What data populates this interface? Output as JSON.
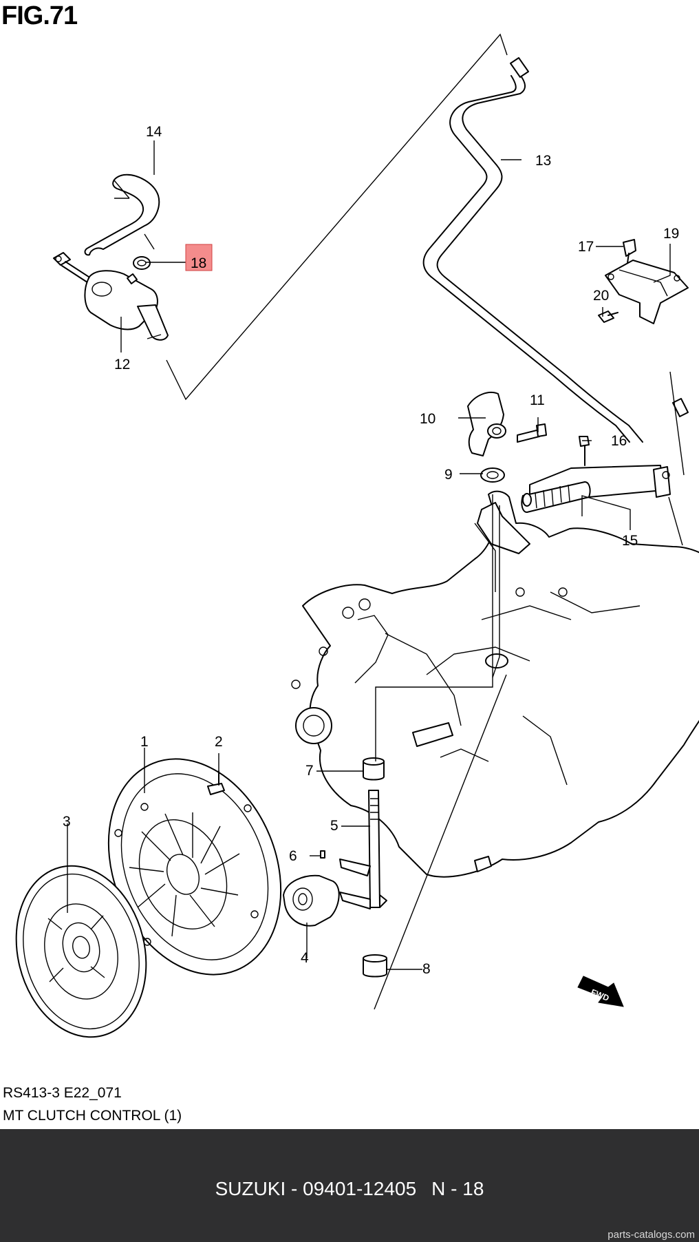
{
  "figure": {
    "title": "FIG.71"
  },
  "callouts": [
    {
      "id": "1",
      "label": "1",
      "highlighted": false
    },
    {
      "id": "2",
      "label": "2",
      "highlighted": false
    },
    {
      "id": "3",
      "label": "3",
      "highlighted": false
    },
    {
      "id": "4",
      "label": "4",
      "highlighted": false
    },
    {
      "id": "5",
      "label": "5",
      "highlighted": false
    },
    {
      "id": "6",
      "label": "6",
      "highlighted": false
    },
    {
      "id": "7",
      "label": "7",
      "highlighted": false
    },
    {
      "id": "8",
      "label": "8",
      "highlighted": false
    },
    {
      "id": "9",
      "label": "9",
      "highlighted": false
    },
    {
      "id": "10",
      "label": "10",
      "highlighted": false
    },
    {
      "id": "11",
      "label": "11",
      "highlighted": false
    },
    {
      "id": "12",
      "label": "12",
      "highlighted": false
    },
    {
      "id": "13",
      "label": "13",
      "highlighted": false
    },
    {
      "id": "14",
      "label": "14",
      "highlighted": false
    },
    {
      "id": "15",
      "label": "15",
      "highlighted": false
    },
    {
      "id": "16",
      "label": "16",
      "highlighted": false
    },
    {
      "id": "17",
      "label": "17",
      "highlighted": false
    },
    {
      "id": "18",
      "label": "18",
      "highlighted": true
    },
    {
      "id": "19",
      "label": "19",
      "highlighted": false
    },
    {
      "id": "20",
      "label": "20",
      "highlighted": false
    }
  ],
  "highlight_color": "#f48c8c",
  "fwd_label": "FWD",
  "caption": {
    "code": "RS413-3 E22_071",
    "name": "MT CLUTCH CONTROL (1)"
  },
  "footer": {
    "brand_part": "SUZUKI - 09401-12405",
    "ref": "N - 18",
    "site": "parts-catalogs.com",
    "background": "#2f2f30"
  }
}
